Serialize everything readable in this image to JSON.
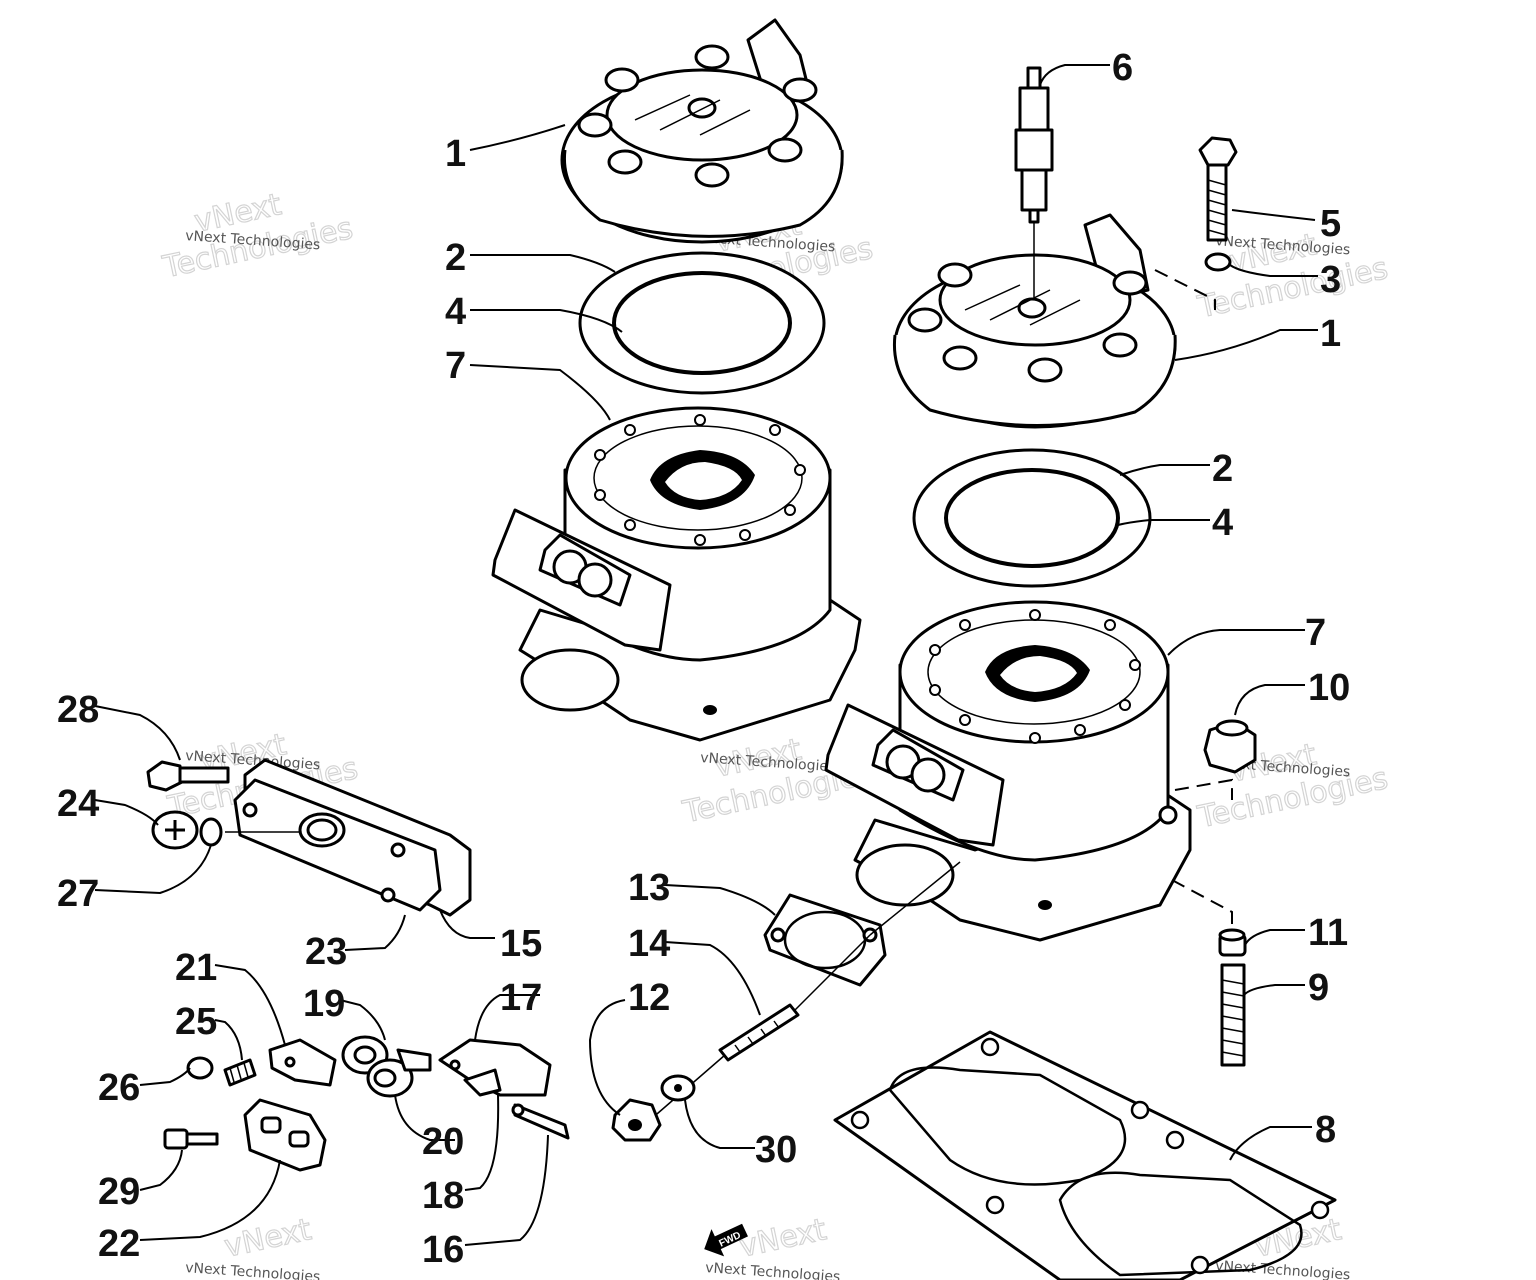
{
  "callouts": [
    {
      "id": "c1a",
      "text": "1"
    },
    {
      "id": "c1b",
      "text": "1"
    },
    {
      "id": "c2a",
      "text": "2"
    },
    {
      "id": "c2b",
      "text": "2"
    },
    {
      "id": "c3",
      "text": "3"
    },
    {
      "id": "c4a",
      "text": "4"
    },
    {
      "id": "c4b",
      "text": "4"
    },
    {
      "id": "c5",
      "text": "5"
    },
    {
      "id": "c6",
      "text": "6"
    },
    {
      "id": "c7a",
      "text": "7"
    },
    {
      "id": "c7b",
      "text": "7"
    },
    {
      "id": "c8",
      "text": "8"
    },
    {
      "id": "c9",
      "text": "9"
    },
    {
      "id": "c10",
      "text": "10"
    },
    {
      "id": "c11",
      "text": "11"
    },
    {
      "id": "c12",
      "text": "12"
    },
    {
      "id": "c13",
      "text": "13"
    },
    {
      "id": "c14",
      "text": "14"
    },
    {
      "id": "c15",
      "text": "15"
    },
    {
      "id": "c16",
      "text": "16"
    },
    {
      "id": "c17",
      "text": "17"
    },
    {
      "id": "c18",
      "text": "18"
    },
    {
      "id": "c19",
      "text": "19"
    },
    {
      "id": "c20",
      "text": "20"
    },
    {
      "id": "c21",
      "text": "21"
    },
    {
      "id": "c22",
      "text": "22"
    },
    {
      "id": "c23",
      "text": "23"
    },
    {
      "id": "c24",
      "text": "24"
    },
    {
      "id": "c25",
      "text": "25"
    },
    {
      "id": "c26",
      "text": "26"
    },
    {
      "id": "c27",
      "text": "27"
    },
    {
      "id": "c28",
      "text": "28"
    },
    {
      "id": "c29",
      "text": "29"
    },
    {
      "id": "c30",
      "text": "30"
    }
  ],
  "watermark": {
    "small": "vNext Technologies",
    "big_line1": "vNext",
    "big_line2": "Technologies"
  },
  "fwd_label": "FWD"
}
